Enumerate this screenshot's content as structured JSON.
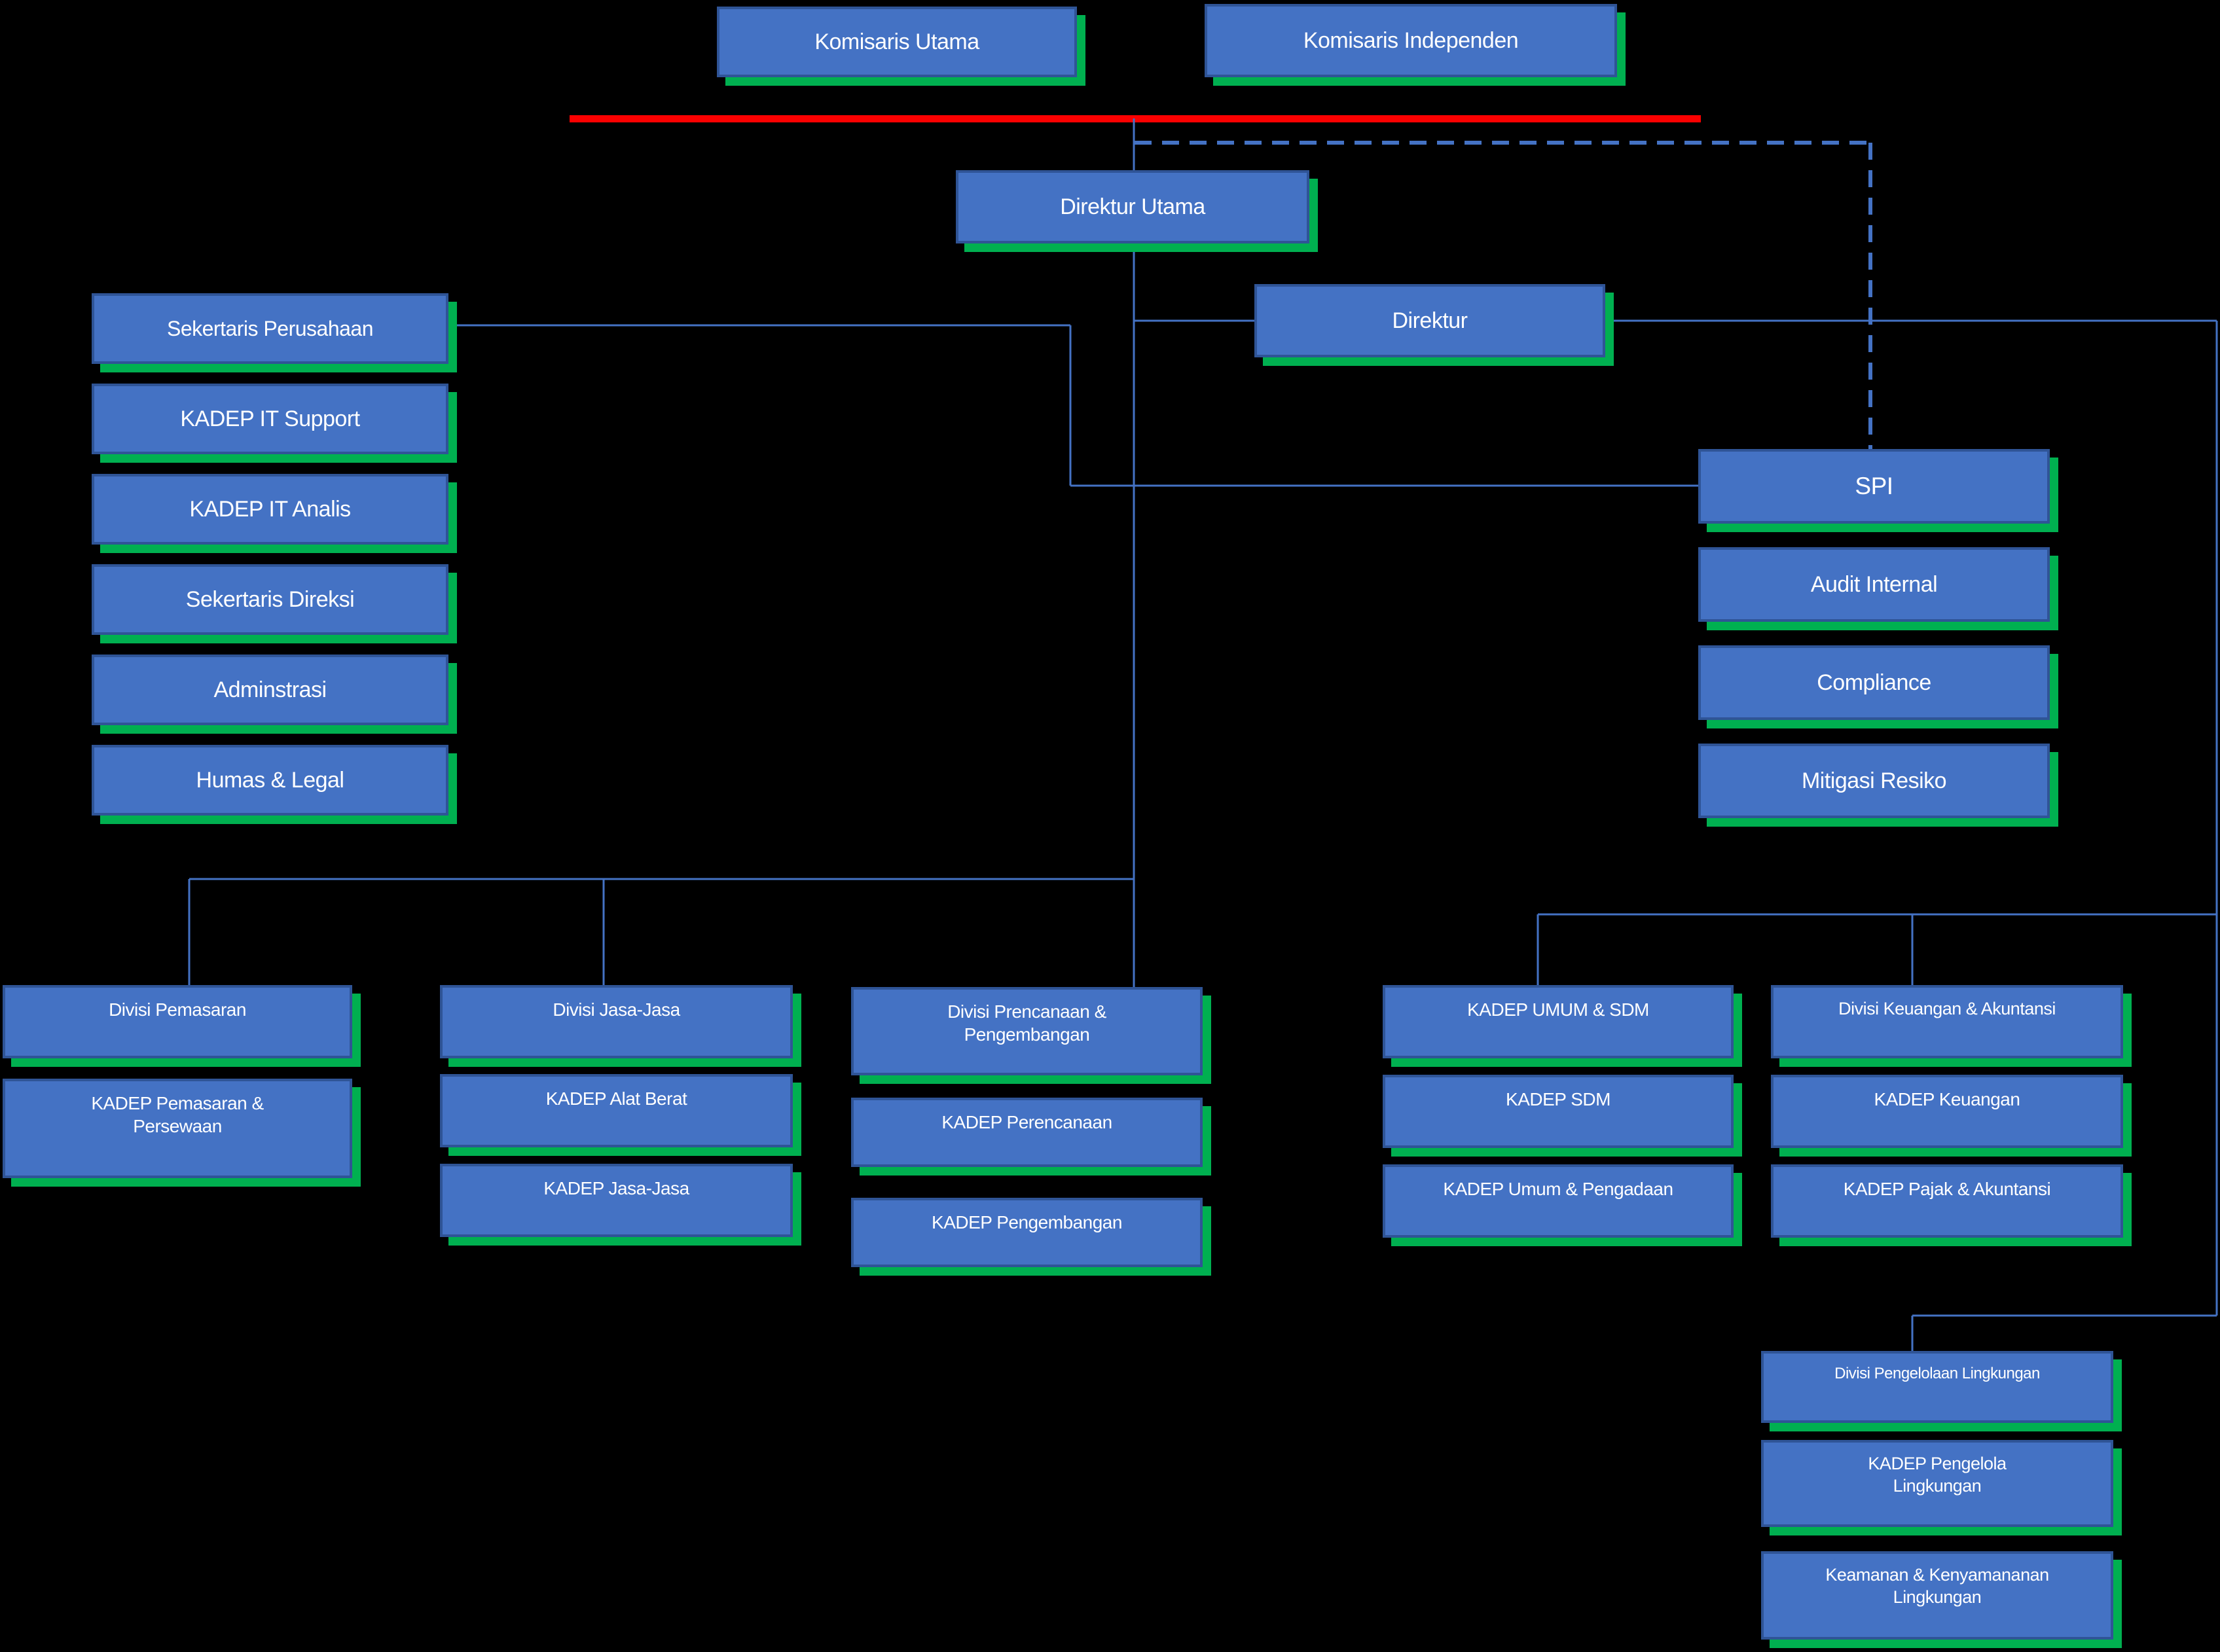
{
  "chart_title": "",
  "colors": {
    "bg": "#000000",
    "box_fill": "#4472C4",
    "box_border": "#2F5496",
    "shadow_green": "#00B050",
    "line_blue": "#4472C4",
    "red_line": "#FB0000",
    "text_white": "#FFFFFF"
  },
  "nodes": {
    "komisaris_utama": "Komisaris Utama",
    "komisaris_independen": "Komisaris Independen",
    "direktur_utama": "Direktur Utama",
    "direktur": "Direktur",
    "sekertaris_perusahaan": "Sekertaris Perusahaan",
    "kadep_it_support": "KADEP IT Support",
    "kadep_it_analis": "KADEP IT Analis",
    "sekertaris_direksi": "Sekertaris Direksi",
    "adminstrasi": "Adminstrasi",
    "humas_legal": "Humas & Legal",
    "spi": "SPI",
    "audit_internal": "Audit Internal",
    "compliance": "Compliance",
    "mitigasi_resiko": "Mitigasi Resiko",
    "divisi_pemasaran": "Divisi Pemasaran",
    "kadep_pemasaran_persewaan": "KADEP Pemasaran &\nPersewaan",
    "divisi_jasa_jasa": "Divisi Jasa-Jasa",
    "kadep_alat_berat": "KADEP Alat Berat",
    "kadep_jasa_jasa": "KADEP Jasa-Jasa",
    "divisi_prencanaan_pengembangan": "Divisi Prencanaan &\nPengembangan",
    "kadep_perencanaan": "KADEP Perencanaan",
    "kadep_pengembangan": "KADEP Pengembangan",
    "kadep_umum_sdm": "KADEP UMUM & SDM",
    "kadep_sdm": "KADEP SDM",
    "kadep_umum_pengadaan": "KADEP Umum & Pengadaan",
    "divisi_keuangan_akuntansi": "Divisi Keuangan & Akuntansi",
    "kadep_keuangan": "KADEP Keuangan",
    "kadep_pajak_akuntansi": "KADEP Pajak & Akuntansi",
    "divisi_pengelolaan_lingkungan": "Divisi Pengelolaan Lingkungan",
    "kadep_pengelola_lingkungan": "KADEP Pengelola\nLingkungan",
    "keamanan_kenyamananan_lingkungan": "Keamanan & Kenyamananan\nLingkungan"
  }
}
